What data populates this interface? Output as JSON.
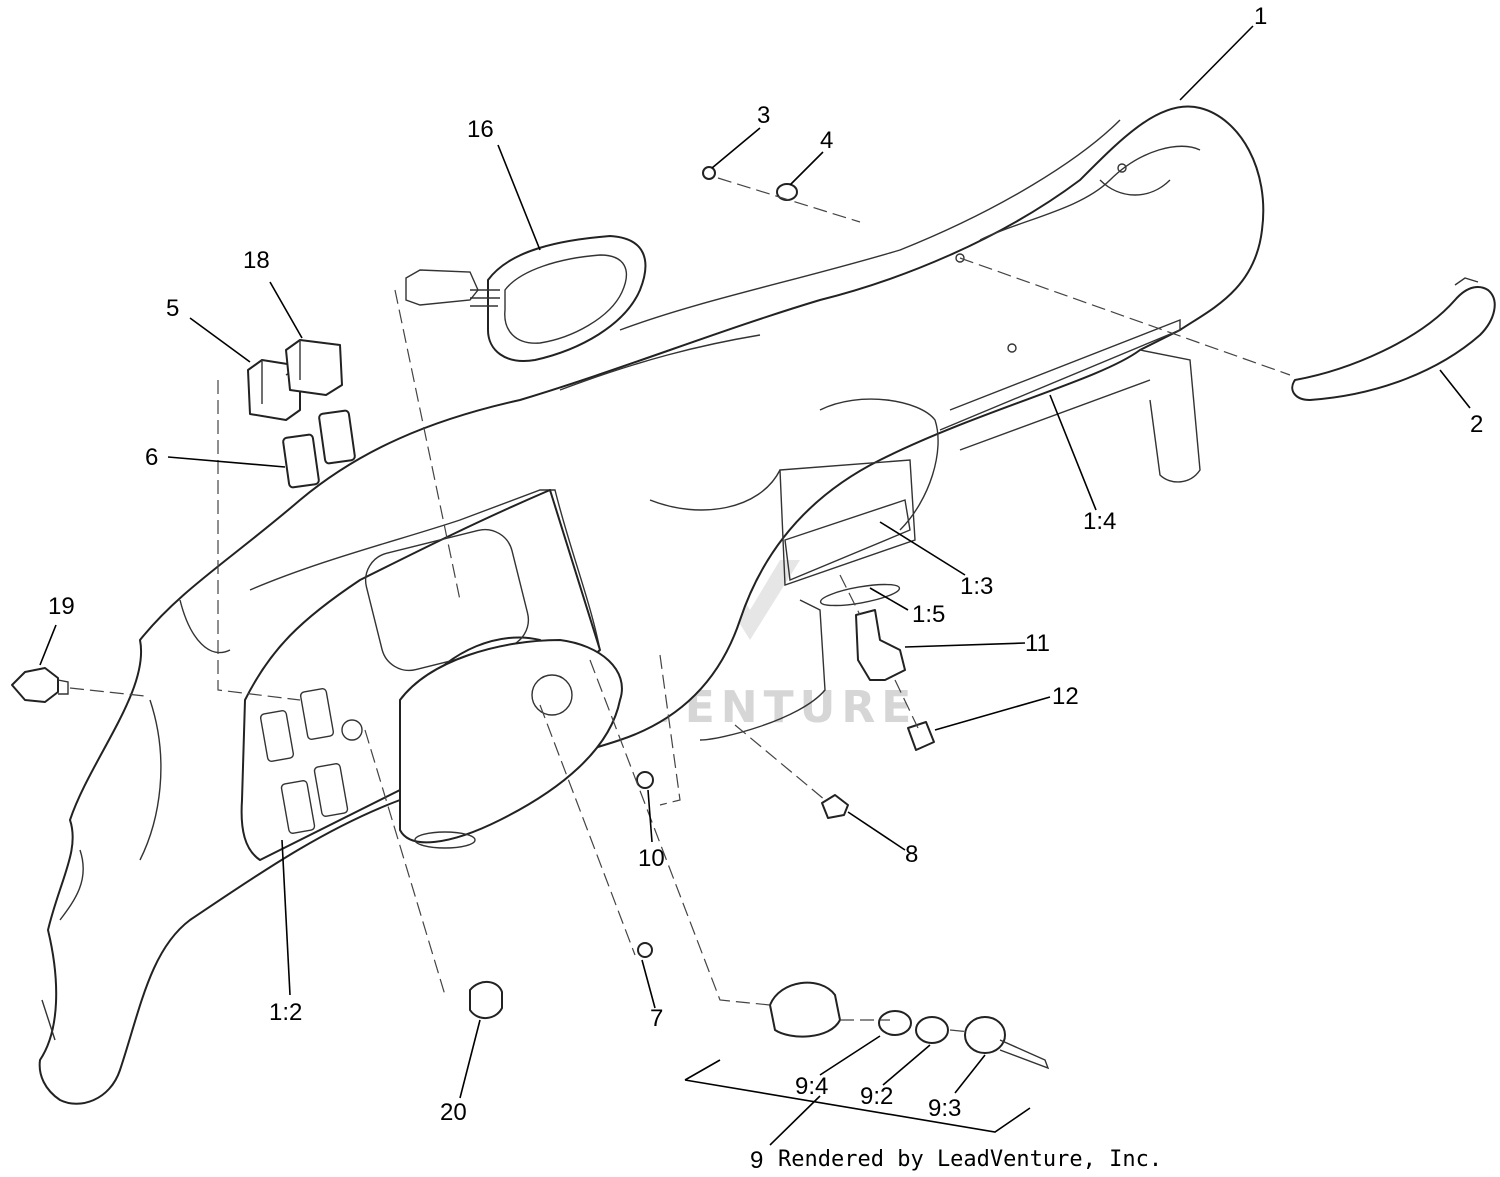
{
  "callouts": [
    {
      "id": "1",
      "label": "1"
    },
    {
      "id": "2",
      "label": "2"
    },
    {
      "id": "3",
      "label": "3"
    },
    {
      "id": "4",
      "label": "4"
    },
    {
      "id": "5",
      "label": "5"
    },
    {
      "id": "6",
      "label": "6"
    },
    {
      "id": "7",
      "label": "7"
    },
    {
      "id": "8",
      "label": "8"
    },
    {
      "id": "9",
      "label": "9"
    },
    {
      "id": "10",
      "label": "10"
    },
    {
      "id": "11",
      "label": "11"
    },
    {
      "id": "12",
      "label": "12"
    },
    {
      "id": "16",
      "label": "16"
    },
    {
      "id": "18",
      "label": "18"
    },
    {
      "id": "19",
      "label": "19"
    },
    {
      "id": "20",
      "label": "20"
    },
    {
      "id": "1_2",
      "label": "1:2"
    },
    {
      "id": "1_3",
      "label": "1:3"
    },
    {
      "id": "1_4",
      "label": "1:4"
    },
    {
      "id": "1_5",
      "label": "1:5"
    },
    {
      "id": "9_2",
      "label": "9:2"
    },
    {
      "id": "9_3",
      "label": "9:3"
    },
    {
      "id": "9_4",
      "label": "9:4"
    }
  ],
  "watermark": "LEADVENTURE",
  "credit": "Rendered by LeadVenture, Inc."
}
